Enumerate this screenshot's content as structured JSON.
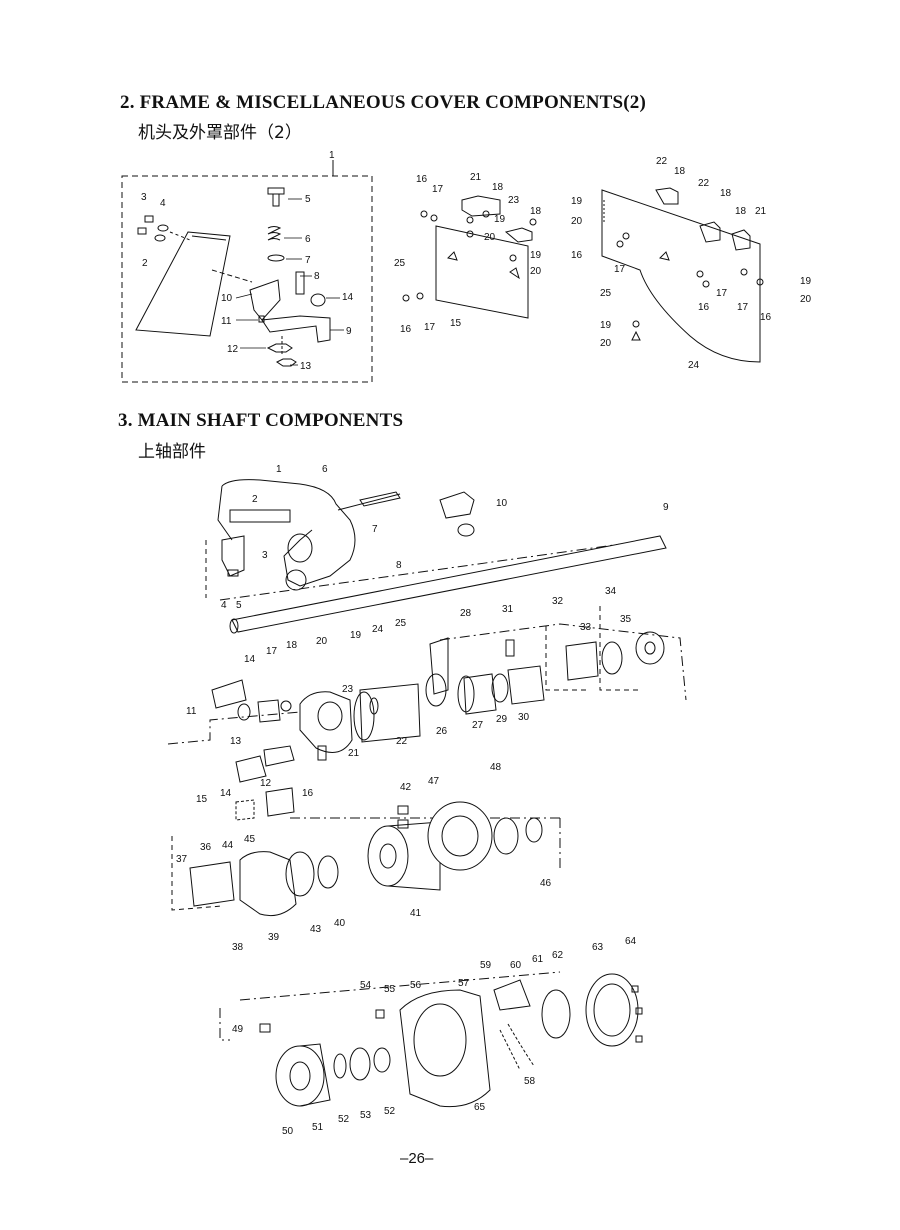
{
  "section2": {
    "title_en": "2. FRAME & MISCELLANEOUS COVER COMPONENTS(2)",
    "title_cn": "机头及外罩部件（2）"
  },
  "section3": {
    "title_en": "3. MAIN SHAFT COMPONENTS",
    "title_cn": "上轴部件"
  },
  "page_number": "–26–",
  "diagram1_labels": [
    "1",
    "2",
    "3",
    "4",
    "5",
    "6",
    "7",
    "8",
    "9",
    "10",
    "11",
    "12",
    "13",
    "14"
  ],
  "diagram2_labels": [
    "16",
    "17",
    "21",
    "18",
    "19",
    "23",
    "18",
    "20",
    "19",
    "20",
    "25",
    "16",
    "17",
    "15"
  ],
  "diagram3_labels": [
    "22",
    "18",
    "22",
    "18",
    "19",
    "20",
    "18",
    "21",
    "16",
    "17",
    "25",
    "17",
    "16",
    "19",
    "20",
    "17",
    "16",
    "19",
    "20",
    "24"
  ],
  "diagram4_labels": [
    "1",
    "2",
    "6",
    "10",
    "9",
    "3",
    "7",
    "8",
    "4",
    "5",
    "28",
    "31",
    "32",
    "34",
    "33",
    "35",
    "14",
    "17",
    "18",
    "20",
    "19",
    "24",
    "25",
    "11",
    "23",
    "22",
    "26",
    "27",
    "29",
    "30",
    "21",
    "13",
    "12",
    "14",
    "15",
    "16",
    "42",
    "47",
    "48",
    "45",
    "44",
    "36",
    "37",
    "46",
    "38",
    "39",
    "43",
    "40",
    "41",
    "59",
    "60",
    "61",
    "62",
    "63",
    "64",
    "57",
    "54",
    "55",
    "56",
    "49",
    "50",
    "51",
    "52",
    "53",
    "52",
    "58",
    "65"
  ]
}
